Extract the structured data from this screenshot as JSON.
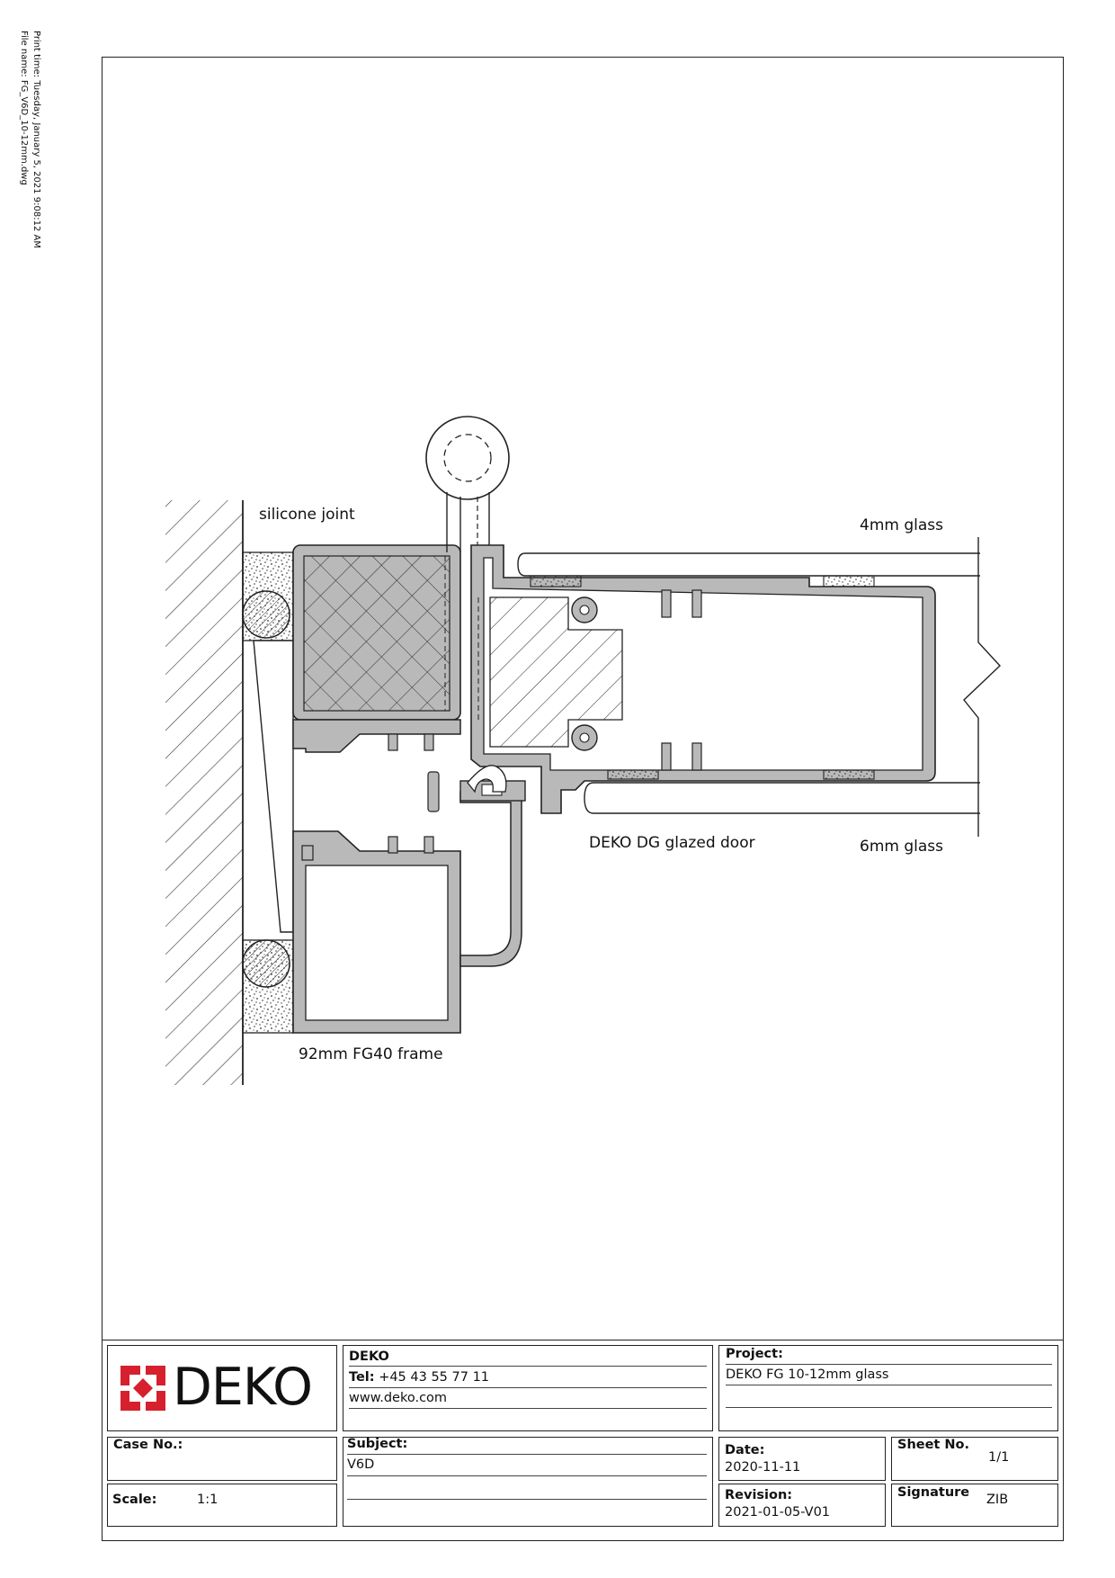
{
  "print_meta": {
    "print_time": "Print time: Tuesday, January 5, 2021 9:08:12 AM",
    "file_name": "File name: FG_V6D_10-12mm.dwg"
  },
  "labels": {
    "silicone_joint": "silicone joint",
    "glass_4mm": "4mm glass",
    "glass_6mm": "6mm glass",
    "door": "DEKO DG glazed door",
    "frame": "92mm FG40 frame"
  },
  "title_block": {
    "logo_text": "DEKO",
    "company": {
      "name": "DEKO",
      "tel_label": "Tel:",
      "tel_value": "+45 43 55 77 11",
      "web": "www.deko.com"
    },
    "project": {
      "label": "Project:",
      "value": "DEKO FG 10-12mm glass"
    },
    "case_no": {
      "label": "Case No.:",
      "value": ""
    },
    "subject": {
      "label": "Subject:",
      "value": "V6D"
    },
    "date": {
      "label": "Date:",
      "value": "2020-11-11"
    },
    "sheet_no": {
      "label": "Sheet No.",
      "value": "1/1"
    },
    "scale": {
      "label": "Scale:",
      "value": "1:1"
    },
    "revision": {
      "label": "Revision:",
      "value": "2021-01-05-V01"
    },
    "signature": {
      "label": "Signature",
      "value": "ZIB"
    }
  },
  "colors": {
    "profile_fill": "#b9b9b9",
    "line": "#222222",
    "logo_red": "#d6202e",
    "logo_text": "#111111"
  }
}
